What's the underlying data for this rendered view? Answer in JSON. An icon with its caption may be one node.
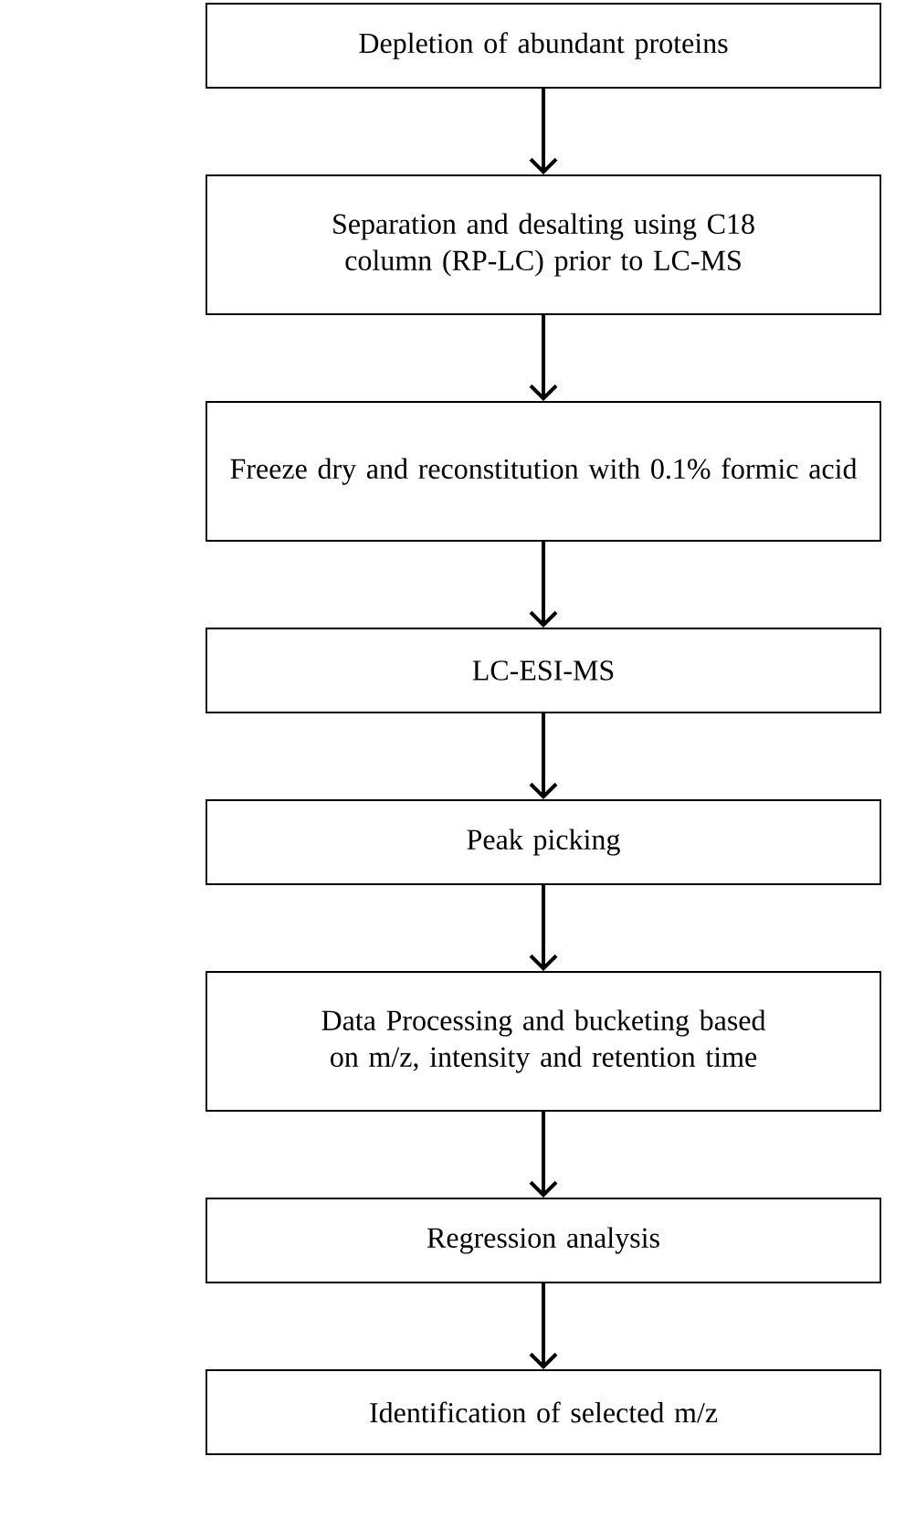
{
  "diagram": {
    "nodes": [
      {
        "text": [
          "Depletion of abundant proteins"
        ]
      },
      {
        "text": [
          "Separation and desalting using C18 column (RP-LC) prior to LC-MS"
        ]
      },
      {
        "text": [
          "Freeze dry and reconstitution with 0.1% formic acid"
        ]
      },
      {
        "text": [
          "LC-ESI-MS"
        ]
      },
      {
        "text": [
          "Peak picking"
        ]
      },
      {
        "text": [
          "Data Processing and bucketing based on m/z, intensity and retention time"
        ]
      },
      {
        "text": [
          "Regression analysis"
        ]
      },
      {
        "text": [
          "Identification of  selected m/z"
        ]
      }
    ],
    "edges": [
      {
        "from": 0,
        "to": 1,
        "arrow": "to"
      },
      {
        "from": 1,
        "to": 2,
        "arrow": "to"
      },
      {
        "from": 2,
        "to": 3,
        "arrow": "to"
      },
      {
        "from": 3,
        "to": 4,
        "arrow": "to"
      },
      {
        "from": 4,
        "to": 5,
        "arrow": "to"
      },
      {
        "from": 5,
        "to": 6,
        "arrow": "to"
      },
      {
        "from": 6,
        "to": 7,
        "arrow": "to"
      }
    ]
  }
}
